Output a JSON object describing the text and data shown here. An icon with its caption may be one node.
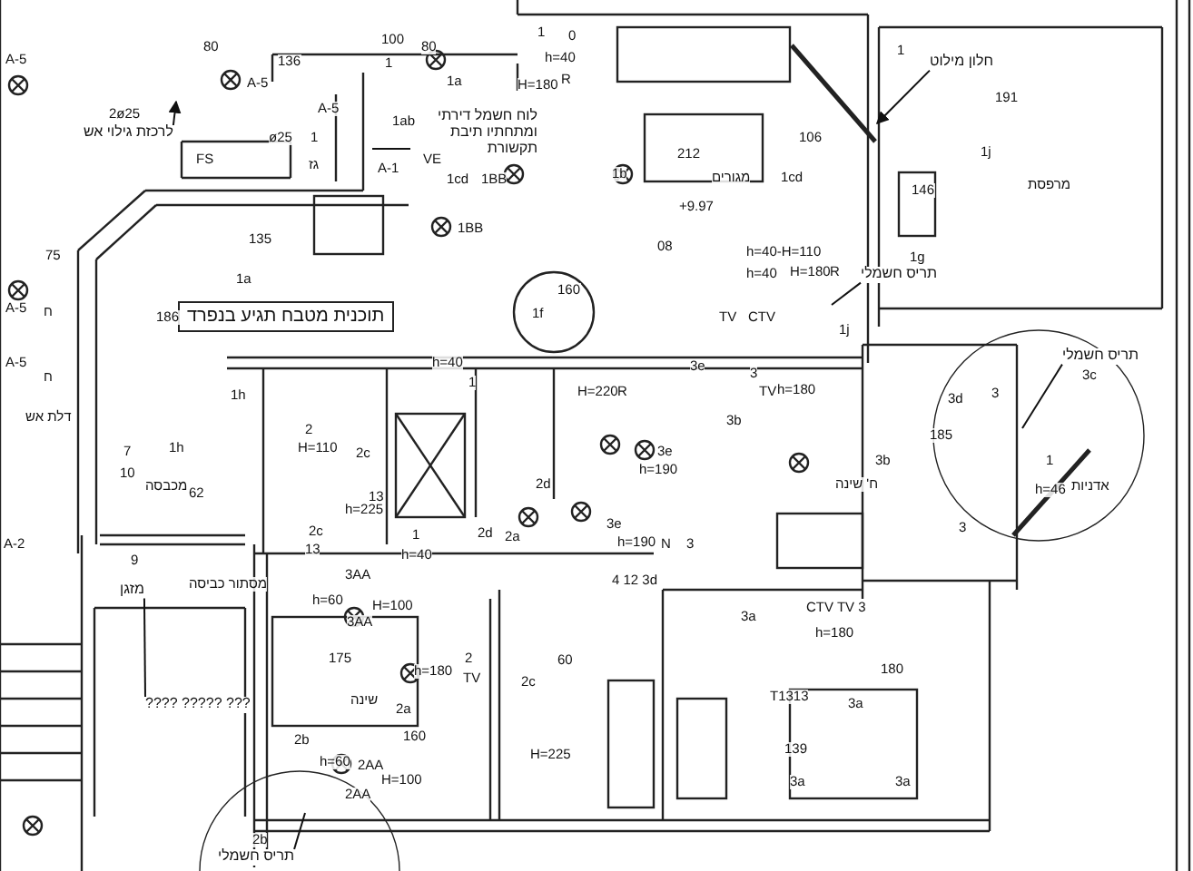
{
  "diagram": {
    "nodes": [
      {
        "text": [
          "תוכנית מטבח תגיע בנפרד"
        ]
      },
      {
        "text": [
          "לרכזת גילוי אש"
        ],
        "beside": [
          "2ø25"
        ]
      },
      {
        "text": [
          "לוח חשמל דירתי ומתחתיו תיבת תקשורת"
        ]
      },
      {
        "text": [
          "חלון מילוט"
        ]
      },
      {
        "text": [
          "תריס חשמלי"
        ],
        "beside": [
          "1g"
        ]
      },
      {
        "text": [
          "תריס חשמלי"
        ],
        "beside": [
          "3c"
        ]
      },
      {
        "text": [
          "תריס חשמלי"
        ],
        "beside": [
          "2b"
        ]
      },
      {
        "text": [
          "??? ????? ????"
        ]
      },
      {
        "text": [
          "מזגן"
        ]
      }
    ],
    "edges": [
      {
        "from": 1,
        "to": null,
        "arrow": "to"
      },
      {
        "from": 2,
        "to": null,
        "arrow": "none"
      },
      {
        "from": 3,
        "to": null,
        "arrow": "to"
      },
      {
        "from": 4,
        "to": null,
        "arrow": "none"
      },
      {
        "from": 5,
        "to": null,
        "arrow": "none"
      },
      {
        "from": 6,
        "to": null,
        "arrow": "none"
      },
      {
        "from": 7,
        "to": 8,
        "arrow": "none"
      }
    ],
    "labels": [
      "A-5",
      "80",
      "136",
      "100",
      "80",
      "1",
      "A-5",
      "1a",
      "A-5",
      "1ab",
      "ø25",
      "1",
      "FS",
      "גז",
      "A-1",
      "VE",
      "1cd",
      "1BB",
      "1BB",
      "75",
      "135",
      "1",
      "0",
      "h=40",
      "H=180",
      "R",
      "212",
      "106",
      "1b",
      "מגורים",
      "1cd",
      "+9.97",
      "08",
      "h=40-H=110",
      "h=40",
      "H=180",
      "R",
      "1",
      "191",
      "1j",
      "מרפסת",
      "146",
      "1a",
      "A-5",
      "ח",
      "186",
      "160",
      "1f",
      "h=40",
      "1",
      "H=220",
      "R",
      "TV",
      "CTV",
      "1j",
      "3e",
      "3",
      "TV",
      "h=180",
      "3b",
      "A-5",
      "ח",
      "דלת אש",
      "1h",
      "7",
      "1h",
      "10",
      "מכבסה",
      "62",
      "2",
      "H=110",
      "2c",
      "13",
      "h=225",
      "3e",
      "h=190",
      "1",
      "h=40",
      "2d",
      "2d",
      "2a",
      "3e",
      "h=190",
      "N",
      "3",
      "3d",
      "3",
      "185",
      "3b",
      "ח' שינה",
      "1",
      "h=46",
      "אדניות",
      "3",
      "A-2",
      "9",
      "2c",
      "13",
      "מסתור כביסה",
      "3AA",
      "4 12 3d",
      "h=60",
      "H=100",
      "3AA",
      "3a",
      "CTV TV 3",
      "h=180",
      "180",
      "T1313",
      "3a",
      "175",
      "h=180",
      "2",
      "TV",
      "שינה",
      "2a",
      "2b",
      "160",
      "h=60",
      "2AA",
      "H=100",
      "2AA",
      "60",
      "2c",
      "H=225",
      "139",
      "3a",
      "3a"
    ]
  }
}
